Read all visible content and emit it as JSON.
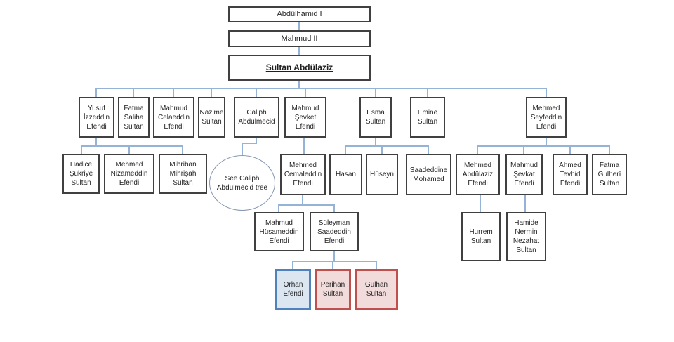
{
  "title": "Ottoman family tree of Sultan Abdülaziz",
  "colors": {
    "connector": "#95b3d7",
    "box_border": "#404040",
    "ellipse_border": "#8496b0",
    "hl_blue_border": "#4f81bd",
    "hl_blue_fill": "#dce6f1",
    "hl_red_border": "#c0504d",
    "hl_red_fill": "#f2dcdb",
    "text": "#1f1f1f"
  },
  "nodes": {
    "abdulhamid1": {
      "label": "Abdülhamid I"
    },
    "mahmud2": {
      "label": "Mahmud II"
    },
    "abdulaziz": {
      "label": "Sultan Abdülaziz"
    },
    "yusuf": {
      "label": "Yusuf İzzeddin Efendi"
    },
    "fatma_saliha": {
      "label": "Fatma Saliha Sultan"
    },
    "mahmud_celaeddin": {
      "label": "Mahmud Celaeddin Efendi"
    },
    "nazime": {
      "label": "Nazime Sultan"
    },
    "caliph_abdulmecid": {
      "label": "Caliph Abdülmecid"
    },
    "mahmud_sevket": {
      "label": "Mahmud Şevket Efendi"
    },
    "esma": {
      "label": "Esma Sultan"
    },
    "emine": {
      "label": "Emine Sultan"
    },
    "mehmed_seyfeddin": {
      "label": "Mehmed Seyfeddin Efendi"
    },
    "hadice_sukriye": {
      "label": "Hadice Şükriye Sultan"
    },
    "mehmed_nizameddin": {
      "label": "Mehmed Nizameddin Efendi"
    },
    "mihriban_mihrisah": {
      "label": "Mihriban Mihrişah Sultan"
    },
    "see_caliph_tree": {
      "label": "See Caliph Abdülmecid tree"
    },
    "mehmed_cemaleddin": {
      "label": "Mehmed Cemaleddin Efendi"
    },
    "hasan": {
      "label": "Hasan"
    },
    "huseyn": {
      "label": "Hüseyn"
    },
    "saadeddine_mohamed": {
      "label": "Saadeddine Mohamed"
    },
    "mehmed_abdulaziz": {
      "label": "Mehmed Abdülaziz Efendi"
    },
    "mahmud_sevkat": {
      "label": "Mahmud Şevkat Efendi"
    },
    "ahmed_tevhid": {
      "label": "Ahmed Tevhid Efendi"
    },
    "fatma_gulheri": {
      "label": "Fatma Gulherî Sultan"
    },
    "mahmud_husameddin": {
      "label": "Mahmud Hüsameddin Efendi"
    },
    "suleyman_saadeddin": {
      "label": "Süleyman Saadeddin Efendi"
    },
    "hurrem": {
      "label": "Hurrem Sultan"
    },
    "hamide": {
      "label": "Hamide Nermin Nezahat Sultan"
    },
    "orhan": {
      "label": "Orhan Efendi"
    },
    "perihan": {
      "label": "Perihan Sultan"
    },
    "gulhan": {
      "label": "Gulhan Sultan"
    }
  },
  "structure": [
    {
      "parent": "Abdülhamid I",
      "children": [
        "Mahmud II"
      ]
    },
    {
      "parent": "Mahmud II",
      "children": [
        "Sultan Abdülaziz"
      ]
    },
    {
      "parent": "Sultan Abdülaziz",
      "children": [
        "Yusuf İzzeddin Efendi",
        "Fatma Saliha Sultan",
        "Mahmud Celaeddin Efendi",
        "Nazime Sultan",
        "Caliph Abdülmecid",
        "Mahmud Şevket Efendi",
        "Esma Sultan",
        "Emine Sultan",
        "Mehmed Seyfeddin Efendi"
      ]
    },
    {
      "parent": "Yusuf İzzeddin Efendi",
      "children": [
        "Hadice Şükriye Sultan",
        "Mehmed Nizameddin Efendi",
        "Mihriban Mihrişah Sultan"
      ]
    },
    {
      "parent": "Caliph Abdülmecid",
      "children": [
        "See Caliph Abdülmecid tree"
      ]
    },
    {
      "parent": "Mahmud Şevket Efendi",
      "children": [
        "Mehmed Cemaleddin Efendi"
      ]
    },
    {
      "parent": "Esma Sultan",
      "children": [
        "Hasan",
        "Hüseyn",
        "Saadeddine Mohamed"
      ]
    },
    {
      "parent": "Mehmed Seyfeddin Efendi",
      "children": [
        "Mehmed Abdülaziz Efendi",
        "Mahmud Şevkat Efendi",
        "Ahmed Tevhid Efendi",
        "Fatma Gulherî Sultan"
      ]
    },
    {
      "parent": "Mehmed Cemaleddin Efendi",
      "children": [
        "Mahmud Hüsameddin Efendi",
        "Süleyman Saadeddin Efendi"
      ]
    },
    {
      "parent": "Mehmed Abdülaziz Efendi",
      "children": [
        "Hurrem Sultan"
      ]
    },
    {
      "parent": "Mahmud Şevkat Efendi",
      "children": [
        "Hamide Nermin Nezahat Sultan"
      ]
    },
    {
      "parent": "Süleyman Saadeddin Efendi",
      "children": [
        "Orhan Efendi",
        "Perihan Sultan",
        "Gulhan Sultan"
      ]
    }
  ]
}
